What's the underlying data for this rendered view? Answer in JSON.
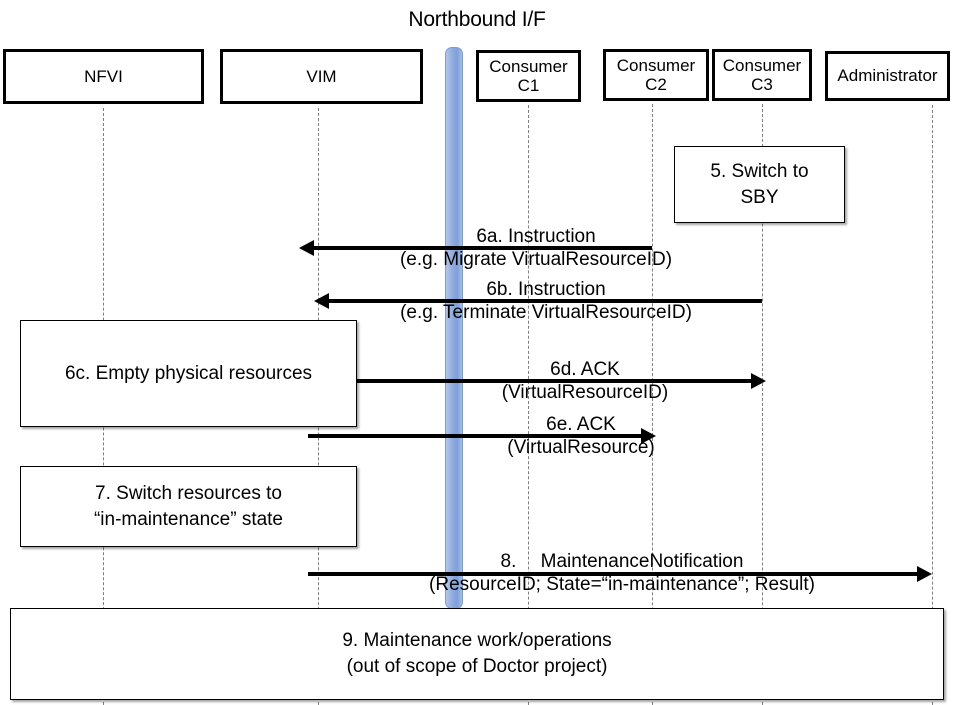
{
  "diagram": {
    "title": "Northbound I/F",
    "type": "uml-sequence-diagram"
  },
  "actors": [
    {
      "id": "nfvi",
      "label": "NFVI",
      "line2": ""
    },
    {
      "id": "vim",
      "label": "VIM",
      "line2": ""
    },
    {
      "id": "c1",
      "label": "Consumer",
      "line2": "C1"
    },
    {
      "id": "c2",
      "label": "Consumer",
      "line2": "C2"
    },
    {
      "id": "c3",
      "label": "Consumer",
      "line2": "C3"
    },
    {
      "id": "admin",
      "label": "Administrator",
      "line2": ""
    }
  ],
  "northbound_bar": {
    "name": "Northbound I/F",
    "color": "#8faadc"
  },
  "notes": [
    {
      "id": "n5",
      "line1": "5. Switch to",
      "line2": "SBY"
    },
    {
      "id": "n6c",
      "line1": "6c. Empty physical resources",
      "line2": ""
    },
    {
      "id": "n7",
      "line1": "7. Switch resources to",
      "line2": "“in-maintenance” state"
    },
    {
      "id": "n9",
      "line1": "9. Maintenance work/operations",
      "line2": "(out of scope of Doctor project)"
    }
  ],
  "messages": [
    {
      "id": "m6a",
      "line1": "6a. Instruction",
      "line2": "(e.g. Migrate VirtualResourceID)",
      "from": "c2",
      "to": "vim",
      "direction": "left"
    },
    {
      "id": "m6b",
      "line1": "6b. Instruction",
      "line2": "(e.g. Terminate VirtualResourceID)",
      "from": "c3",
      "to": "vim",
      "direction": "left"
    },
    {
      "id": "m6d",
      "line1": "6d. ACK",
      "line2": "(VirtualResourceID)",
      "from": "vim",
      "to": "c3",
      "direction": "right"
    },
    {
      "id": "m6e",
      "line1": "6e. ACK",
      "line2": "(VirtualResource)",
      "from": "vim",
      "to": "c2",
      "direction": "right"
    },
    {
      "id": "m8",
      "line1": "8.  MaintenanceNotification",
      "line2": "(ResourceID; State=“in-maintenance”; Result)",
      "from": "vim",
      "to": "admin",
      "direction": "right"
    }
  ],
  "colors": {
    "bar": "#8faadc",
    "lifeline": "#7f7f7f",
    "stroke": "#000000",
    "background": "#ffffff"
  }
}
